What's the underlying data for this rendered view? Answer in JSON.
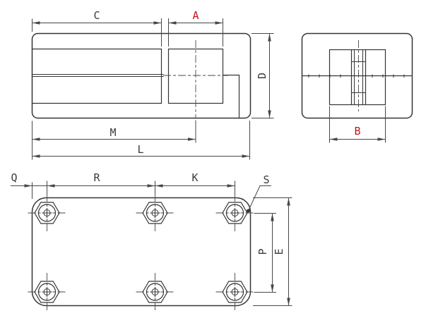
{
  "labels": {
    "C": "C",
    "A": "A",
    "D": "D",
    "M": "M",
    "L": "L",
    "B": "B",
    "Q": "Q",
    "R": "R",
    "K": "K",
    "S": "S",
    "P": "P",
    "E": "E"
  },
  "colors": {
    "line": "#353535",
    "dimension": "#474747",
    "accent": "#c41414",
    "background": "#ffffff"
  }
}
